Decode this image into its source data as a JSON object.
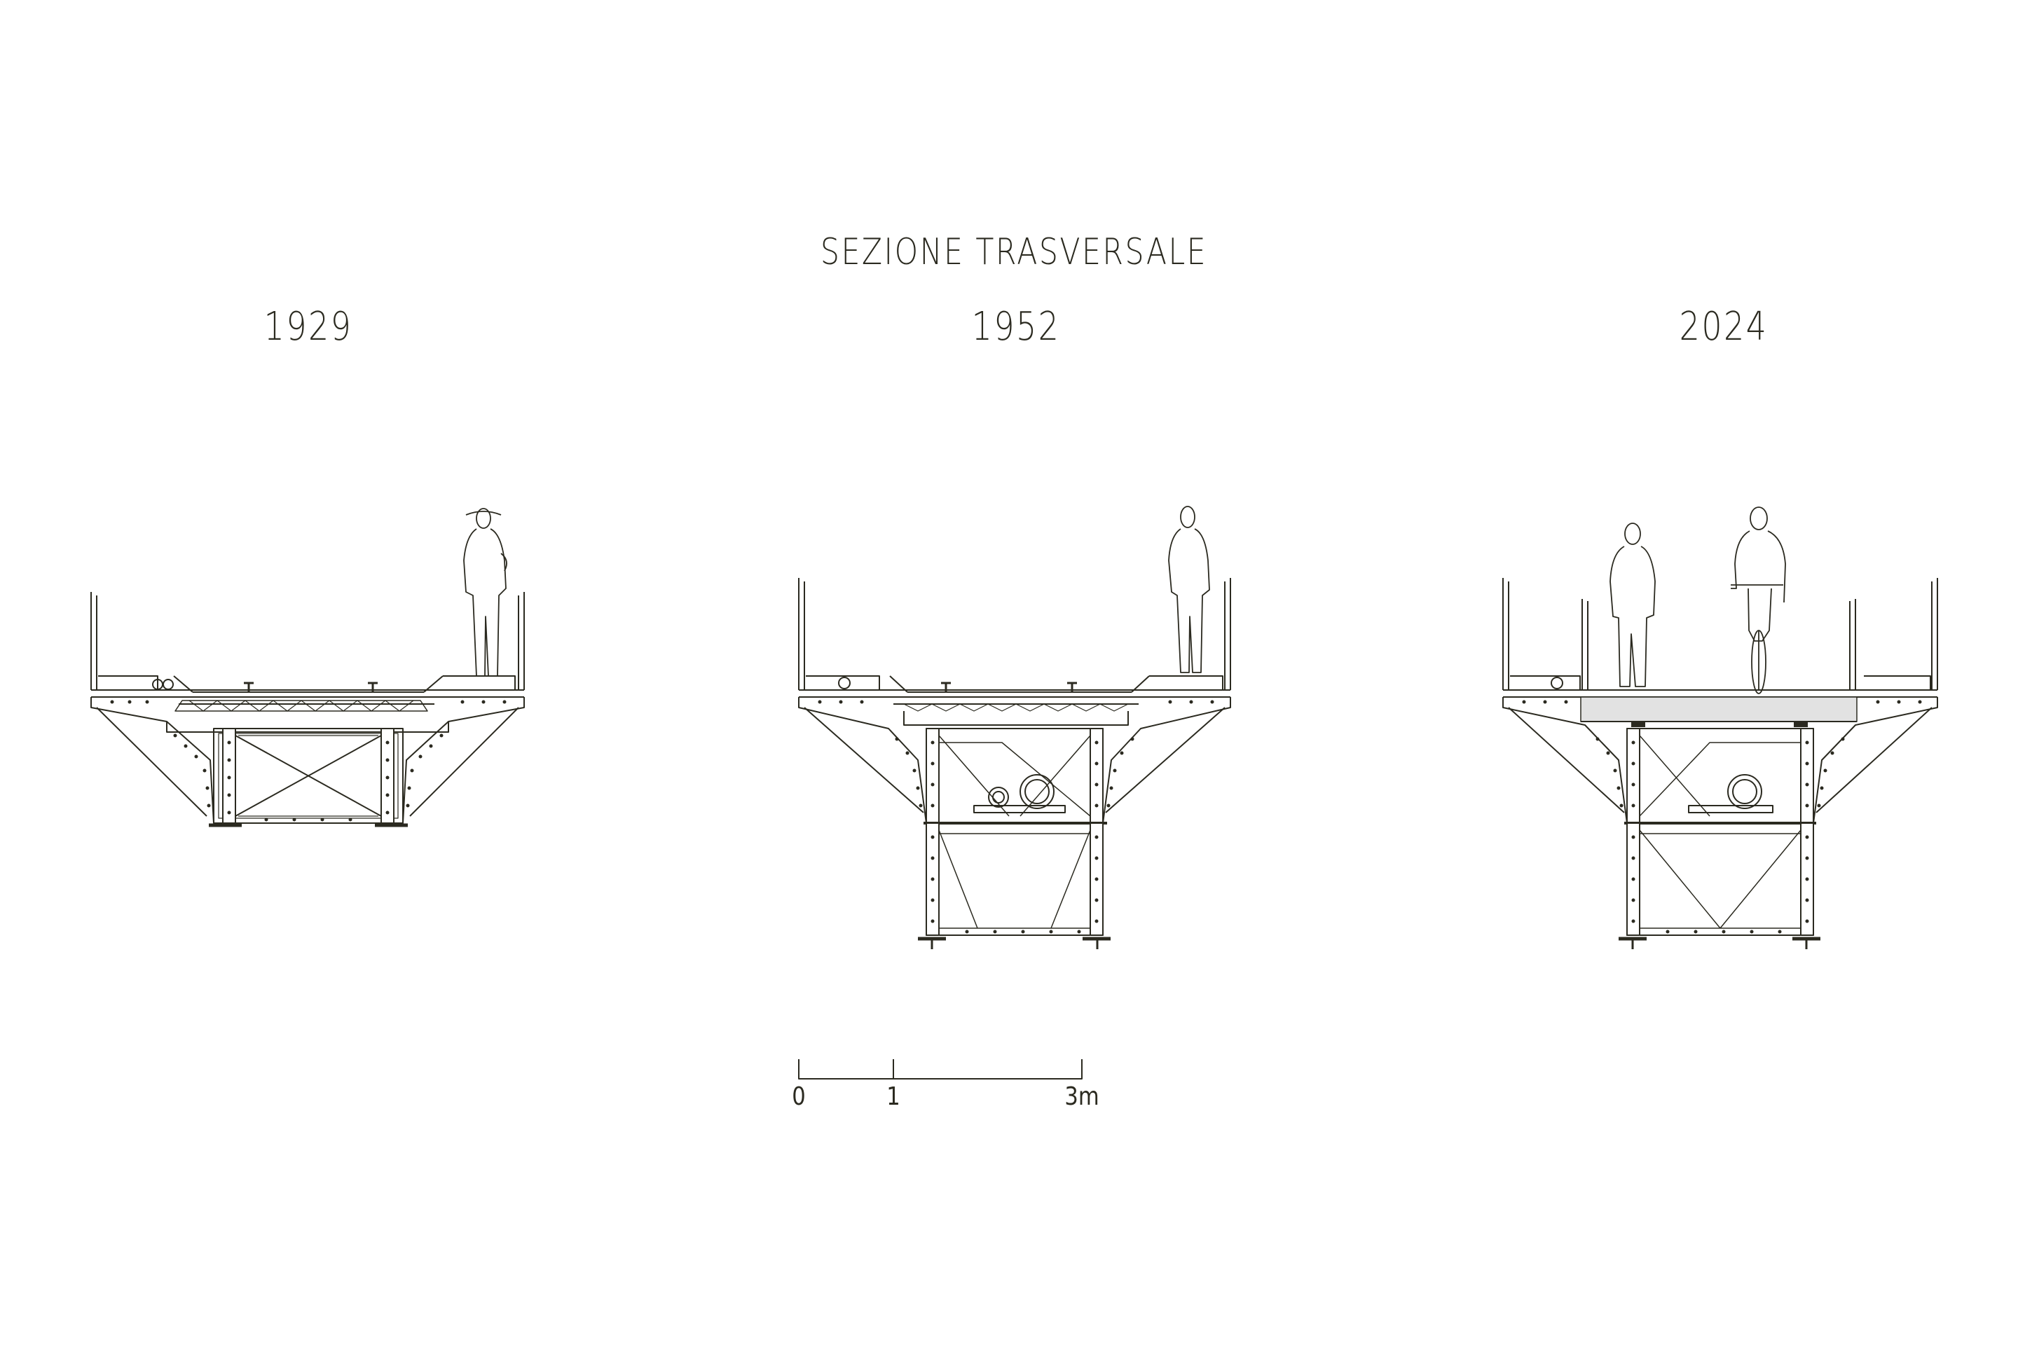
{
  "title": "SEZIONE TRASVERSALE",
  "sections": [
    {
      "year": "1929"
    },
    {
      "year": "1952"
    },
    {
      "year": "2024"
    }
  ],
  "scale_bar": {
    "ticks": [
      "0",
      "1",
      "3m"
    ]
  },
  "colors": {
    "line": "#2b2a20",
    "deck_fill": "#e2e2e2",
    "background": "#ffffff"
  }
}
